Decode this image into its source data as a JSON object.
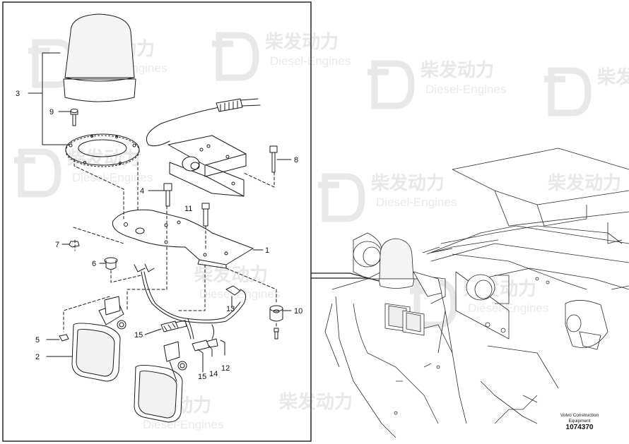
{
  "watermark": {
    "cn": "柴发动力",
    "en": "Diesel-Engines"
  },
  "callouts": [
    {
      "id": "c1",
      "label": "1"
    },
    {
      "id": "c2",
      "label": "2"
    },
    {
      "id": "c3",
      "label": "3"
    },
    {
      "id": "c4",
      "label": "4"
    },
    {
      "id": "c5",
      "label": "5"
    },
    {
      "id": "c6",
      "label": "6"
    },
    {
      "id": "c7",
      "label": "7"
    },
    {
      "id": "c8",
      "label": "8"
    },
    {
      "id": "c9",
      "label": "9"
    },
    {
      "id": "c10",
      "label": "10"
    },
    {
      "id": "c11",
      "label": "11"
    },
    {
      "id": "c12",
      "label": "12"
    },
    {
      "id": "c13",
      "label": "13"
    },
    {
      "id": "c14",
      "label": "14"
    },
    {
      "id": "c15a",
      "label": "15"
    },
    {
      "id": "c15b",
      "label": "15"
    }
  ],
  "footer": {
    "manufacturer_line1": "Volvo Construction",
    "manufacturer_line2": "Equipment",
    "document_number": "1074370"
  },
  "colors": {
    "line": "#1a1a1a",
    "lens": "#ececec",
    "watermark": "#e4e4e4"
  }
}
